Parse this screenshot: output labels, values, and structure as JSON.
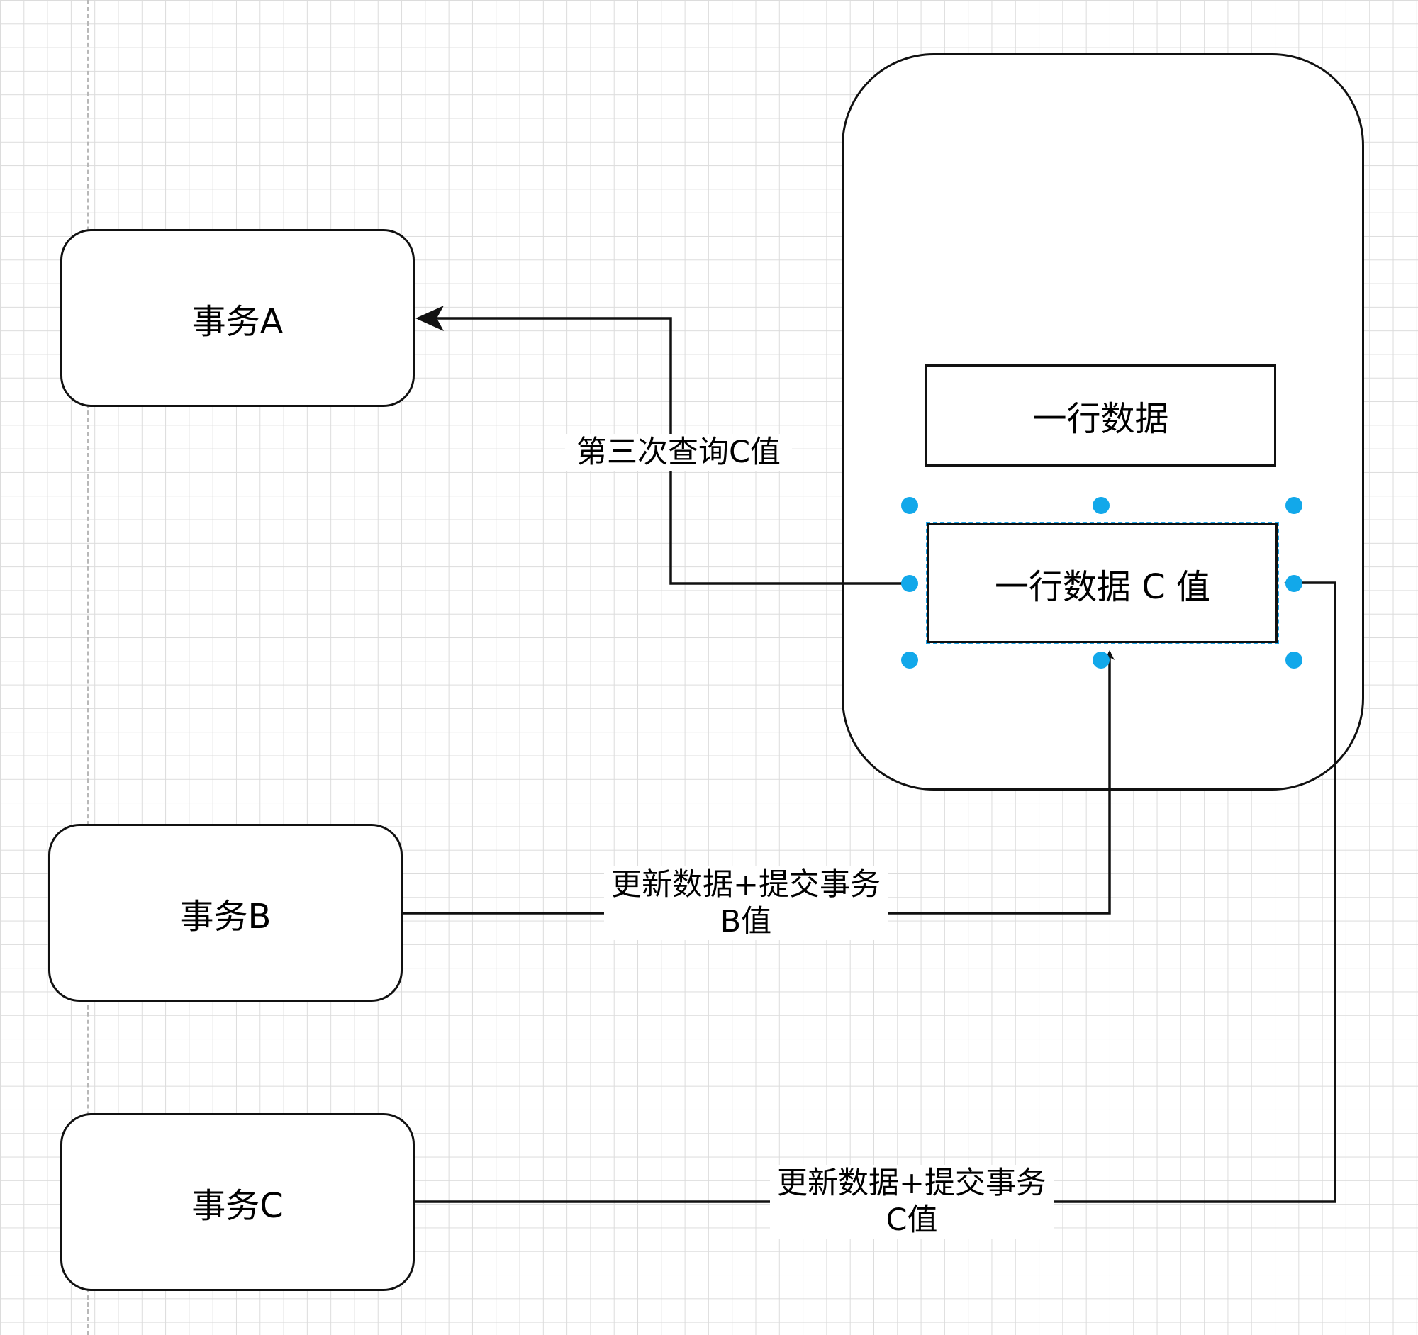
{
  "nodes": {
    "tx_a": "事务A",
    "tx_b": "事务B",
    "tx_c": "事务C",
    "row_data": "一行数据",
    "row_data_c": "一行数据 C 值"
  },
  "edges": {
    "a_label": "第三次查询C值",
    "b_label_line1": "更新数据+提交事务",
    "b_label_line2": "B值",
    "c_label_line1": "更新数据+提交事务",
    "c_label_line2": "C值"
  },
  "colors": {
    "stroke": "#111111",
    "selection": "#12a8ea",
    "grid": "#dcdcdc"
  }
}
